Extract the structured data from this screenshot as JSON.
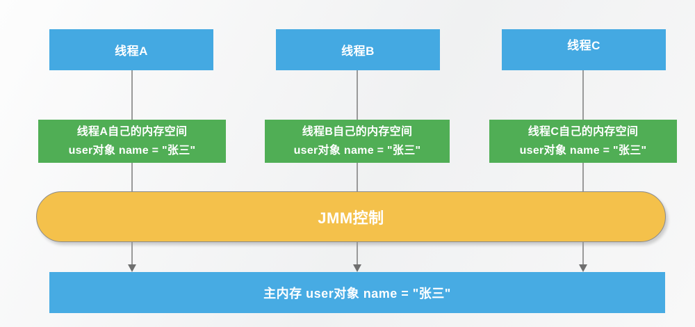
{
  "threads": [
    {
      "box_label": "线程A",
      "memory_box": {
        "line1": "线程A自己的内存空间",
        "line2": "user对象 name = \"张三\""
      }
    },
    {
      "box_label": "线程B",
      "memory_box": {
        "line1": "线程B自己的内存空间",
        "line2": "user对象 name = \"张三\""
      }
    },
    {
      "box_label": "线程C",
      "memory_box": {
        "line1": "线程C自己的内存空间",
        "line2": "user对象 name = \"张三\""
      }
    }
  ],
  "jmm": {
    "label": "JMM控制"
  },
  "main_memory": {
    "label": "主内存 user对象 name = \"张三\""
  },
  "colors": {
    "thread_box": "#44a9e2",
    "memory_box": "#50ae55",
    "jmm_pill": "#f4c14b",
    "jmm_border": "#8a8a8a",
    "main_memory_bar": "#47abe3",
    "connector": "#999999",
    "arrowhead": "#6f6f6f",
    "text": "#ffffff"
  }
}
